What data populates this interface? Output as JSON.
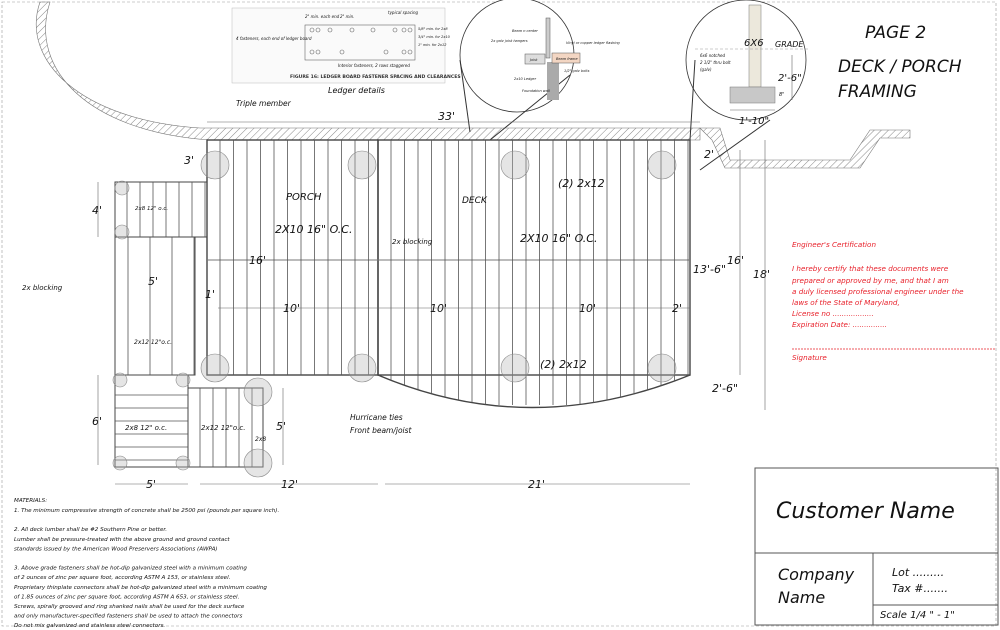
{
  "title": {
    "page": "PAGE 2",
    "line1": "DECK / PORCH",
    "line2": "FRAMING"
  },
  "ledger_figure": {
    "caption": "FIGURE 16: LEDGER BOARD FASTENER SPACING AND CLEARANCES",
    "label": "Ledger details",
    "notes": [
      "2\" min. each end",
      "2\" min.",
      "typical spacing",
      "4 fasteners, each end of ledger board",
      "Interior fasteners, 2 rows staggered",
      "2\"",
      "2\" min.",
      "5/8\" min. for 2x8",
      "3/4\" min. for 2x10",
      "1\" min. for 2x12"
    ]
  },
  "ledger_detail": {
    "labels": [
      "Beam n center",
      "2x galv joist hangers",
      "Vinyl or copper ledger flashing",
      "Beam frame",
      "1/2\" galv bolts",
      "2x10 Ledger",
      "Foundation wall",
      "Joist"
    ]
  },
  "footing_detail": {
    "post": "6X6",
    "grade": "GRADE",
    "depth": "2'-6\"",
    "thickness": "8\"",
    "width": "1'-10\"",
    "note": [
      "6x6 notched",
      "2 1/2\" thru bolt",
      "(galv)"
    ]
  },
  "plan": {
    "porch": "PORCH",
    "deck": "DECK",
    "porch_joists": "2X10 16\" O.C.",
    "deck_joists": "2X10 16\" O.C.",
    "beam_top": "(2) 2x12",
    "beam_bottom": "(2) 2x12",
    "blocking": "2x blocking",
    "blocking_left": "2x blocking",
    "triple_member": "Triple member",
    "hurricane": "Hurricane ties",
    "front_beam": "Front beam/joist",
    "stair_top": "2x8 12\" o.c.",
    "stair_mid": "2x12 12\"o.c.",
    "stair_low": "2x8 12\" o.c.",
    "stair_right": "2x12 12\"o.c.",
    "stair_right_side": "2x8"
  },
  "dimensions": {
    "overall_width": "33'",
    "porch_depth": "16'",
    "overall_depth": "18'",
    "deck_depth": "16'",
    "deck_span": "13'-6\"",
    "offset_top_right": "2'",
    "overhang": "2'-6\"",
    "offset_top_left": "3'",
    "landing_top": "4'",
    "landing_low": "6'",
    "stair_width": "5'",
    "landing_right": "5'",
    "gap": "1'",
    "porch_span": "10'",
    "deck_span_a": "10'",
    "deck_span_b": "10'",
    "end_gap": "2'",
    "bottom_left": "5'",
    "bottom_mid": "12'",
    "bottom_right": "21'"
  },
  "certification": {
    "heading": "Engineer's Certification",
    "lines": [
      "I hereby certify that these documents were",
      "prepared or approved by me, and that I am",
      "a duly licensed professional engineer under the",
      "laws of the State of Maryland,"
    ],
    "license": "License no ..................",
    "expiration": "Expiration Date: ...............",
    "signature": "Signature"
  },
  "materials": {
    "heading": "MATERIALS:",
    "lines": [
      "1. The minimum compressive strength of concrete shall be 2500 psi (pounds per square inch).",
      "",
      "2. All deck lumber shall be #2 Southern Pine or better.",
      "Lumber shall be pressure-treated with the above ground and ground contact",
      "standards issued by the American Wood Preservers Associations (AWPA)",
      "",
      "3. Above grade fasteners shall be hot-dip galvanized steel with a minimum coating",
      "of 2 ounces of zinc per square foot, according ASTM A 153, or stainless steel.",
      "Proprietary thinplate connectors shall be hot-dip galvanized steel with a minimum coating",
      "of 1.85 ounces of zinc per square foot, according ASTM A 653, or stainless steel.",
      "Screws, spirally grooved and ring shanked nails shall be used for the deck surface",
      "and only manufacturer-specified fasteners shall be used to attach the connectors",
      "Do not mix galvanized and stainless steel connectors."
    ]
  },
  "title_block": {
    "customer": "Customer Name",
    "company_line1": "Company",
    "company_line2": "Name",
    "lot": "Lot .........",
    "tax": "Tax #.......",
    "scale": "Scale 1/4 \" - 1\""
  },
  "colors": {
    "ink": "#111111",
    "certification": "#e8202a",
    "concrete": "#c8c8c8",
    "post": "#ece8dc"
  }
}
